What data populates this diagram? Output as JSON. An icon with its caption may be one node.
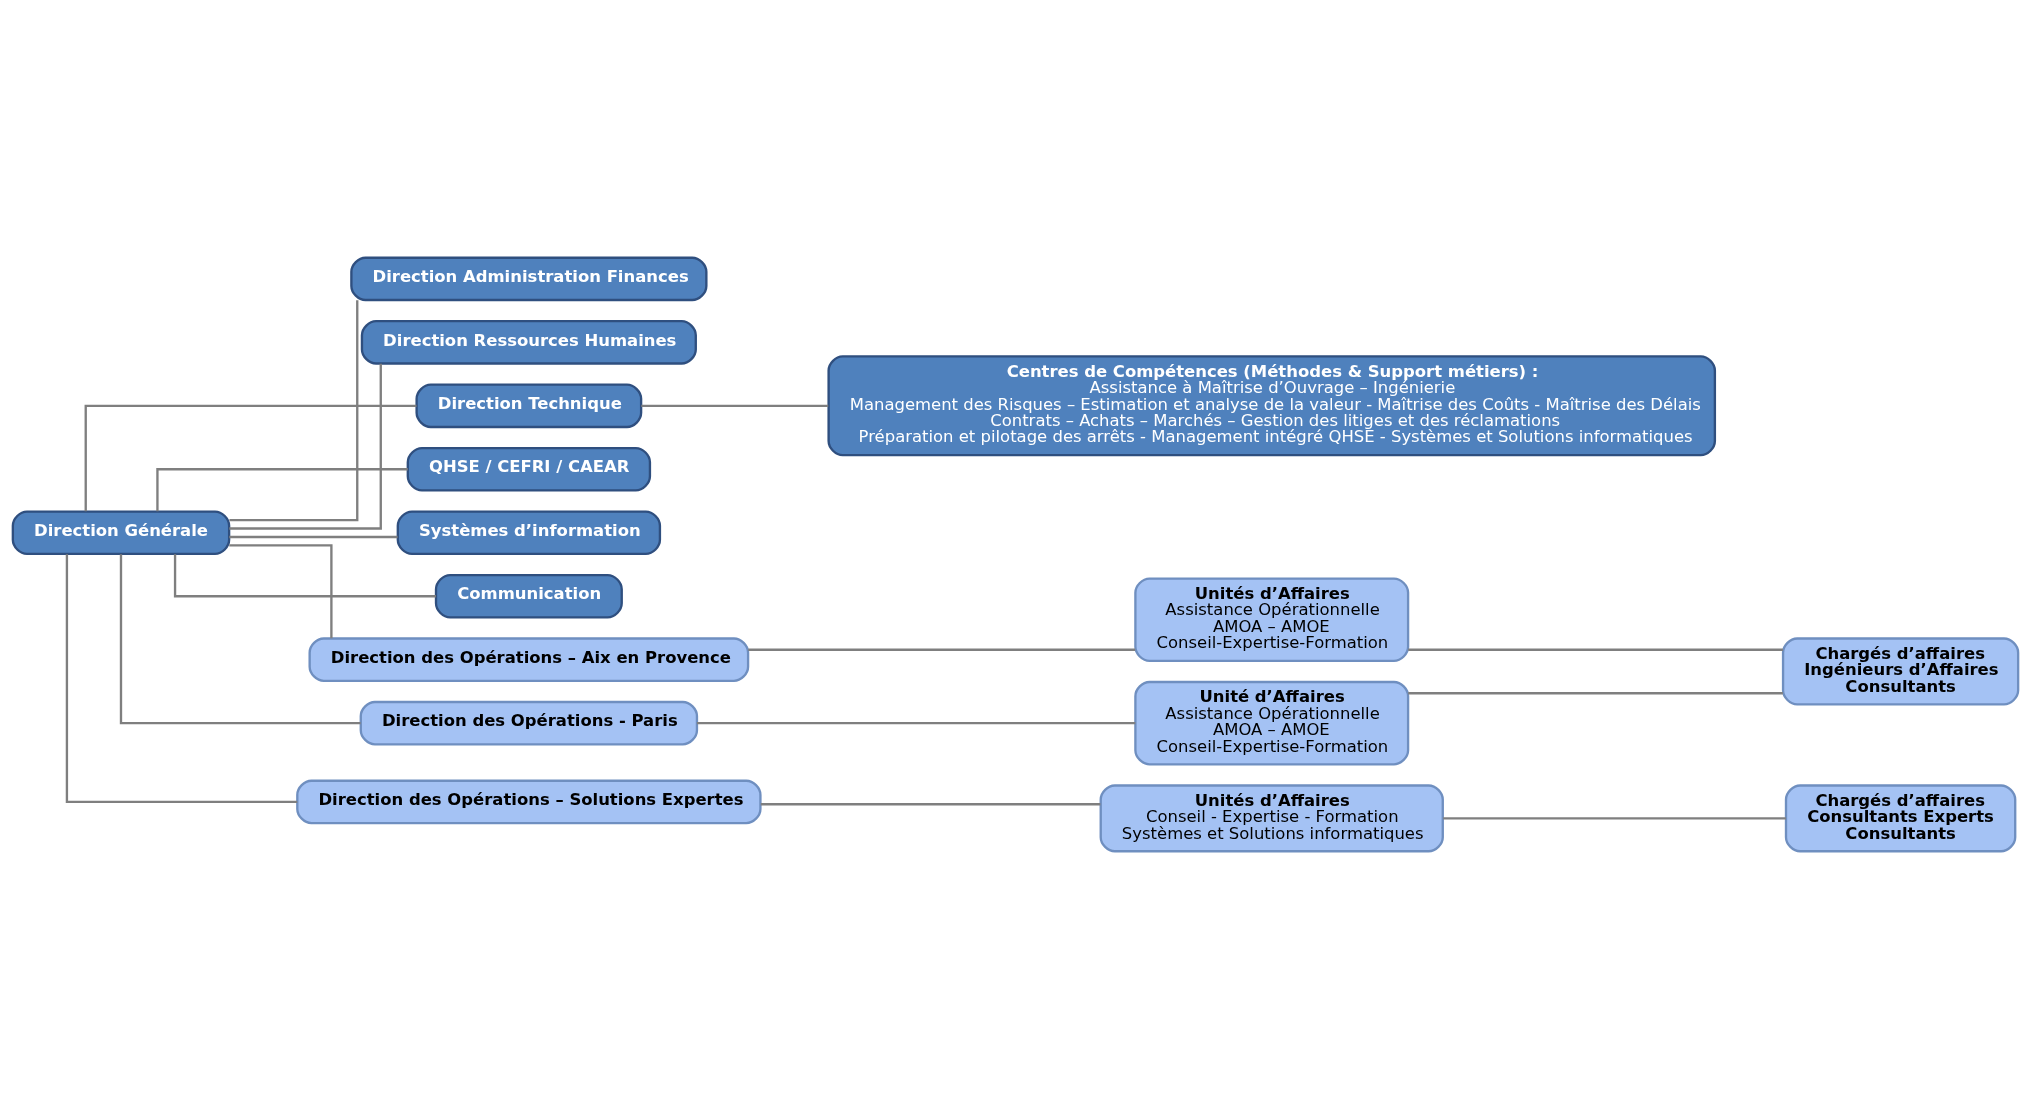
{
  "diagram": {
    "nodes": [
      {
        "text": [
          "Direction Générale"
        ]
      },
      {
        "text": [
          "Direction Administration Finances"
        ]
      },
      {
        "text": [
          "Direction Ressources Humaines"
        ]
      },
      {
        "text": [
          "Direction Technique"
        ]
      },
      {
        "text": [
          "QHSE / CEFRI / CAEAR"
        ]
      },
      {
        "text": [
          "Systèmes d’information"
        ]
      },
      {
        "text": [
          "Communication"
        ]
      },
      {
        "text": [
          "Centres de Compétences (Méthodes & Support métiers) :",
          "Assistance à Maîtrise d’Ouvrage – Ingénierie",
          "Management des Risques – Estimation et analyse de la valeur - Maîtrise des Coûts - Maîtrise des Délais",
          "Contrats – Achats – Marchés – Gestion des litiges et des réclamations",
          "Préparation et pilotage des arrêts - Management intégré QHSE - Systèmes et Solutions informatiques"
        ]
      },
      {
        "text": [
          "Direction des Opérations – Aix en Provence"
        ]
      },
      {
        "text": [
          "Unités d’Affaires",
          "Assistance Opérationnelle",
          "AMOA – AMOE",
          "Conseil-Expertise-Formation"
        ]
      },
      {
        "text": [
          "Chargés d’affaires",
          "Ingénieurs d’Affaires",
          "Consultants"
        ]
      },
      {
        "text": [
          "Direction des Opérations - Paris"
        ]
      },
      {
        "text": [
          "Unité d’Affaires",
          "Assistance Opérationnelle",
          "AMOA – AMOE",
          "Conseil-Expertise-Formation"
        ]
      },
      {
        "text": [
          "Direction des Opérations – Solutions Expertes"
        ]
      },
      {
        "text": [
          "Unités d’Affaires",
          "Conseil - Expertise - Formation",
          "Systèmes et Solutions informatiques"
        ]
      },
      {
        "text": [
          "Chargés d’affaires",
          "Consultants Experts",
          "Consultants"
        ]
      }
    ],
    "edges": [
      {
        "from": 0,
        "to": 1,
        "arrow": "none"
      },
      {
        "from": 0,
        "to": 2,
        "arrow": "none"
      },
      {
        "from": 0,
        "to": 3,
        "arrow": "none"
      },
      {
        "from": 0,
        "to": 8,
        "arrow": "none"
      },
      {
        "from": 0,
        "to": 11,
        "arrow": "none"
      },
      {
        "from": 0,
        "to": 13,
        "arrow": "none"
      },
      {
        "from": 0,
        "to": 4,
        "arrow": "none"
      },
      {
        "from": 0,
        "to": 5,
        "arrow": "none"
      },
      {
        "from": 0,
        "to": 6,
        "arrow": "none"
      },
      {
        "from": 3,
        "to": 7,
        "arrow": "none"
      },
      {
        "from": 8,
        "to": 9,
        "arrow": "none"
      },
      {
        "from": 11,
        "to": 12,
        "arrow": "none"
      },
      {
        "from": 9,
        "to": 10,
        "arrow": "none"
      },
      {
        "from": 12,
        "to": 10,
        "arrow": "none"
      },
      {
        "from": 13,
        "to": 14,
        "arrow": "none"
      },
      {
        "from": 14,
        "to": 15,
        "arrow": "none"
      }
    ]
  }
}
